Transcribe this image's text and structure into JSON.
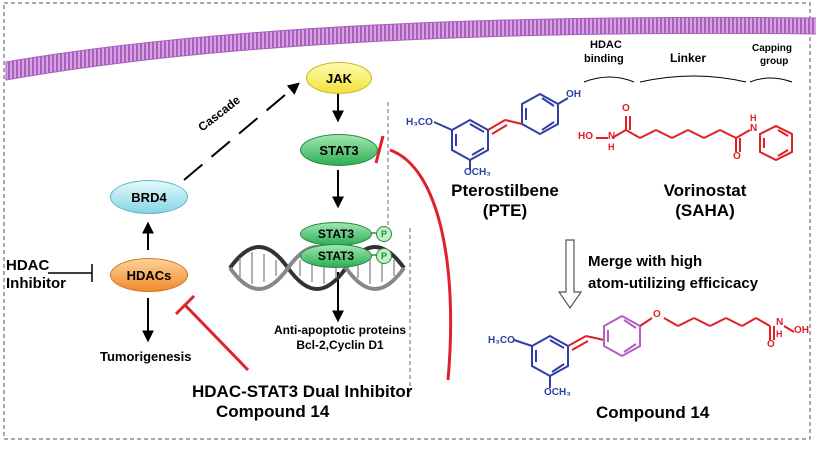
{
  "colors": {
    "membrane": "#c07bd4",
    "jak": "#fbf36a",
    "stat3": "#4cc96e",
    "brd4": "#a8e6f0",
    "hdacs": "#f7a64f",
    "inhibit_red": "#e0202a",
    "molecule_blue": "#2f3fa6",
    "molecule_red": "#e01e25",
    "linker_purple": "#b25fc0"
  },
  "pathway": {
    "jak": "JAK",
    "stat3": "STAT3",
    "stat3_p_top": "STAT3",
    "stat3_p_bottom": "STAT3",
    "phospho": "P",
    "brd4": "BRD4",
    "hdacs": "HDACs",
    "cascade": "Cascade",
    "hdac_inhibitor_line1": "HDAC",
    "hdac_inhibitor_line2": "Inhibitor",
    "tumorigenesis": "Tumorigenesis",
    "anti_apoptotic_line1": "Anti-apoptotic proteins",
    "anti_apoptotic_line2": "Bcl-2,Cyclin D1",
    "dual_inhibitor_line1": "HDAC-STAT3 Dual Inhibitor",
    "dual_inhibitor_line2": "Compound 14"
  },
  "chemistry": {
    "pte_line1": "Pterostilbene",
    "pte_line2": "(PTE)",
    "saha_line1": "Vorinostat",
    "saha_line2": "(SAHA)",
    "hdac_binding_line1": "HDAC",
    "hdac_binding_line2": "binding",
    "linker": "Linker",
    "capping_line1": "Capping",
    "capping_line2": "group",
    "merge_line1": "Merge with high",
    "merge_line2": "atom-utilizing efficicacy",
    "compound14": "Compound 14",
    "atoms": {
      "h3co": "H₃CO",
      "och3": "OCH₃",
      "oh": "OH",
      "o": "O",
      "ho": "HO",
      "n": "N",
      "h": "H",
      "oh_tail": "OH",
      "n_tail": "N"
    }
  }
}
